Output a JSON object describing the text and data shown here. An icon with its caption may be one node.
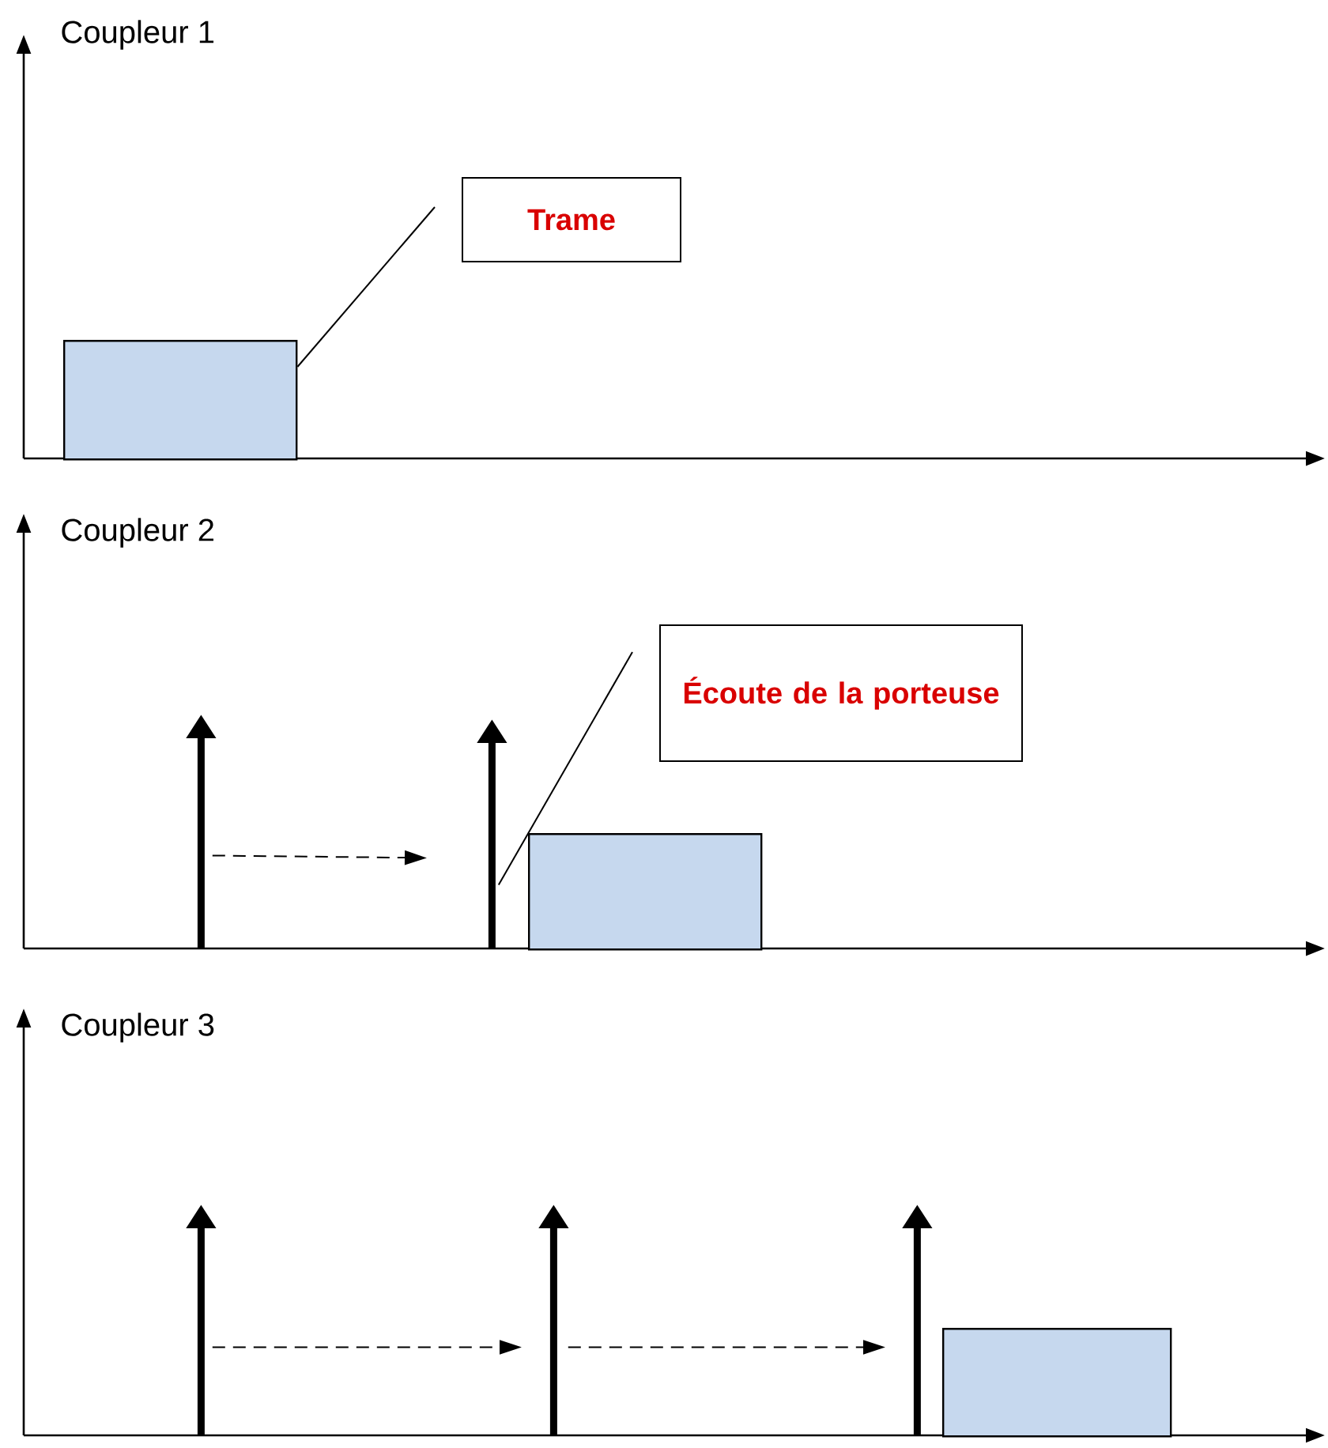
{
  "diagram": {
    "nodes": [
      {
        "text": [
          "Trame"
        ]
      },
      {
        "text": [],
        "shape": "box"
      },
      {
        "text": [
          "Écoute de la porteuse"
        ]
      },
      {
        "text": [],
        "shape": "arrow"
      },
      {
        "text": [],
        "shape": "arrow"
      },
      {
        "text": [],
        "shape": "box"
      },
      {
        "text": [],
        "shape": "arrow"
      },
      {
        "text": [],
        "shape": "arrow"
      },
      {
        "text": [],
        "shape": "arrow"
      },
      {
        "text": [],
        "shape": "box"
      }
    ],
    "edges": [
      {
        "from": 0,
        "to": 1,
        "arrow": "none"
      },
      {
        "from": 2,
        "to": 4,
        "arrow": "none"
      },
      {
        "from": 3,
        "to": 4,
        "arrow": "to",
        "style": "dashed"
      },
      {
        "from": 6,
        "to": 7,
        "arrow": "to",
        "style": "dashed"
      },
      {
        "from": 7,
        "to": 8,
        "arrow": "to",
        "style": "dashed"
      }
    ],
    "labels": [
      "Coupleur 1",
      "Coupleur 2",
      "Coupleur 3"
    ]
  }
}
